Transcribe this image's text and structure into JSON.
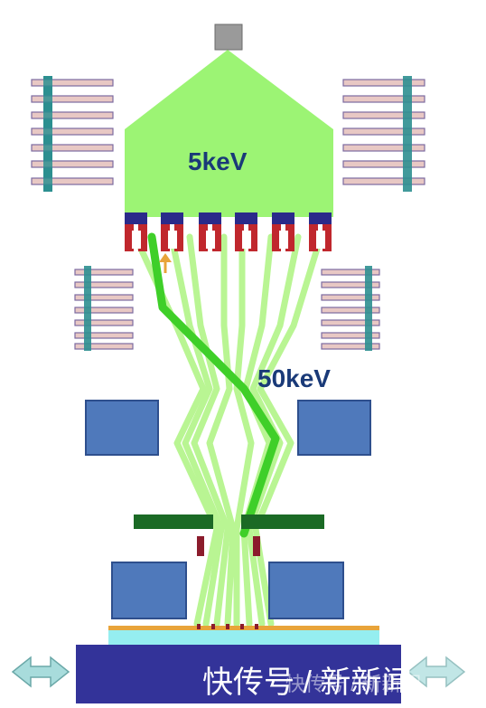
{
  "labels": {
    "source_energy": "5keV",
    "beam_energy": "50keV"
  },
  "watermark": {
    "text": "快传号 / 新新闻",
    "faint_text": "快传号 / 新新闻"
  },
  "colors": {
    "source_fill": "#9cf474",
    "beam": "#b6f58e",
    "beam_dark": "#3fcf29",
    "label": "#1a3a78",
    "block": "#4f79bb",
    "block_border": "#2e4f8d",
    "plate": "#1b6a25",
    "substrate": "#333399",
    "resist_orange": "#e8a43a",
    "resist_cyan": "#95eef0",
    "coil_bar": "#e8c8c4",
    "coil_post": "#2d8f90",
    "arrow": "#a8dcdc"
  },
  "icons": {
    "left": "double-arrow-icon",
    "right": "double-arrow-icon"
  }
}
